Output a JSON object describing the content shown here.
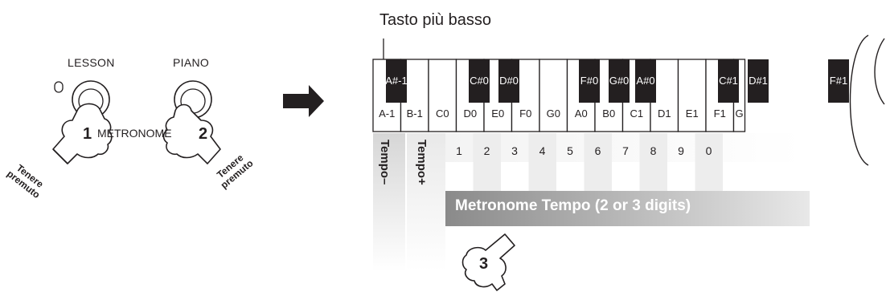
{
  "left": {
    "lesson_label": "LESSON",
    "piano_label": "PIANO",
    "metronome_label": "METRONOME",
    "finger1": "1",
    "finger2": "2",
    "hold_line1": "Tenere",
    "hold_line2": "premuto"
  },
  "right": {
    "lowest_key_label": "Tasto più basso",
    "white_keys": [
      "A-1",
      "B-1",
      "C0",
      "D0",
      "E0",
      "F0",
      "G0",
      "A0",
      "B0",
      "C1",
      "D1",
      "E1",
      "F1",
      "G"
    ],
    "black_keys": [
      "A#-1",
      "C#0",
      "D#0",
      "F#0",
      "G#0",
      "A#0",
      "C#1",
      "D#1",
      "F#1"
    ],
    "tempo_minus": "Tempo–",
    "tempo_plus": "Tempo+",
    "digits": [
      "1",
      "2",
      "3",
      "4",
      "5",
      "6",
      "7",
      "8",
      "9",
      "0"
    ],
    "strip_label": "Metronome Tempo (2 or 3 digits)",
    "finger3": "3"
  },
  "colors": {
    "ink": "#231f20",
    "panel_light": "#f2f2f2",
    "panel_mid": "#d9d9d9",
    "strip_dark": "#8e8e8e",
    "strip_light": "#e6e6e6"
  },
  "icons": {
    "arrow": "right-arrow-icon",
    "hand": "pointing-hand-icon"
  }
}
